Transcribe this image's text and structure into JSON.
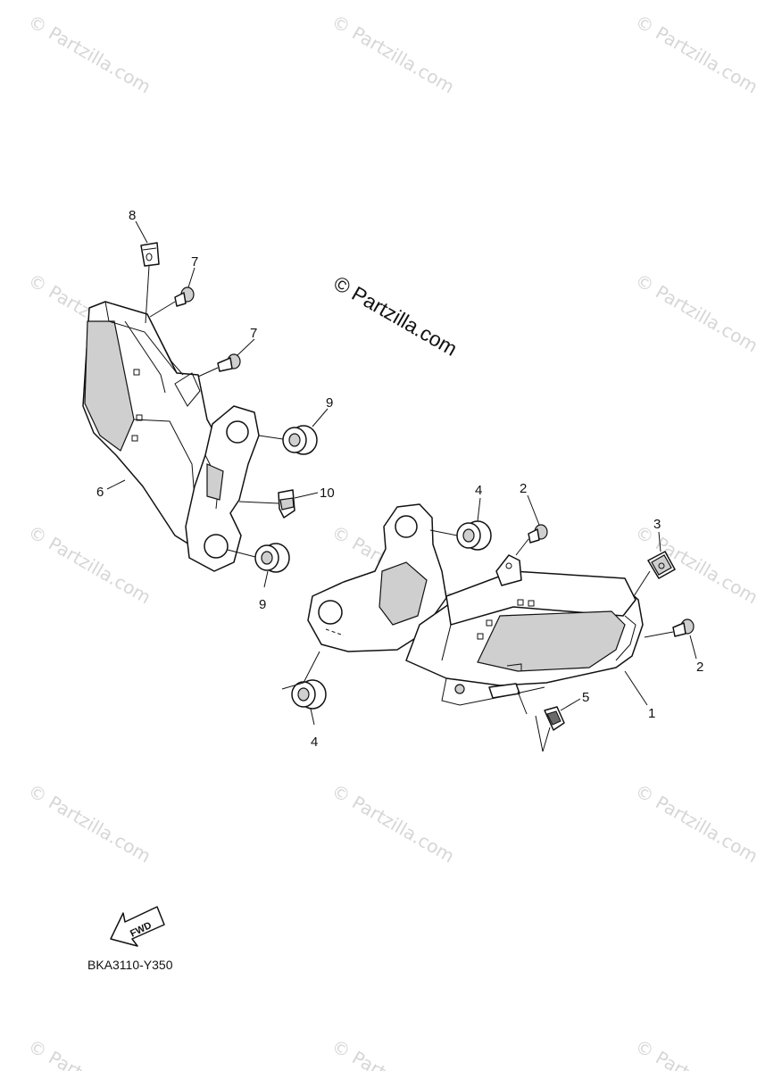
{
  "watermark": {
    "corner_text": "© Partzilla.com",
    "center_text": "© Partzilla.com"
  },
  "callouts": {
    "c1": "1",
    "c2a": "2",
    "c2b": "2",
    "c3": "3",
    "c4a": "4",
    "c4b": "4",
    "c5": "5",
    "c6": "6",
    "c7a": "7",
    "c7b": "7",
    "c8": "8",
    "c9a": "9",
    "c9b": "9",
    "c10": "10"
  },
  "fwd_label": "FWD",
  "diagram_code": "BKA3110-Y350",
  "colors": {
    "ink": "#111111",
    "watermark": "#d6d6d6",
    "background": "#ffffff"
  }
}
